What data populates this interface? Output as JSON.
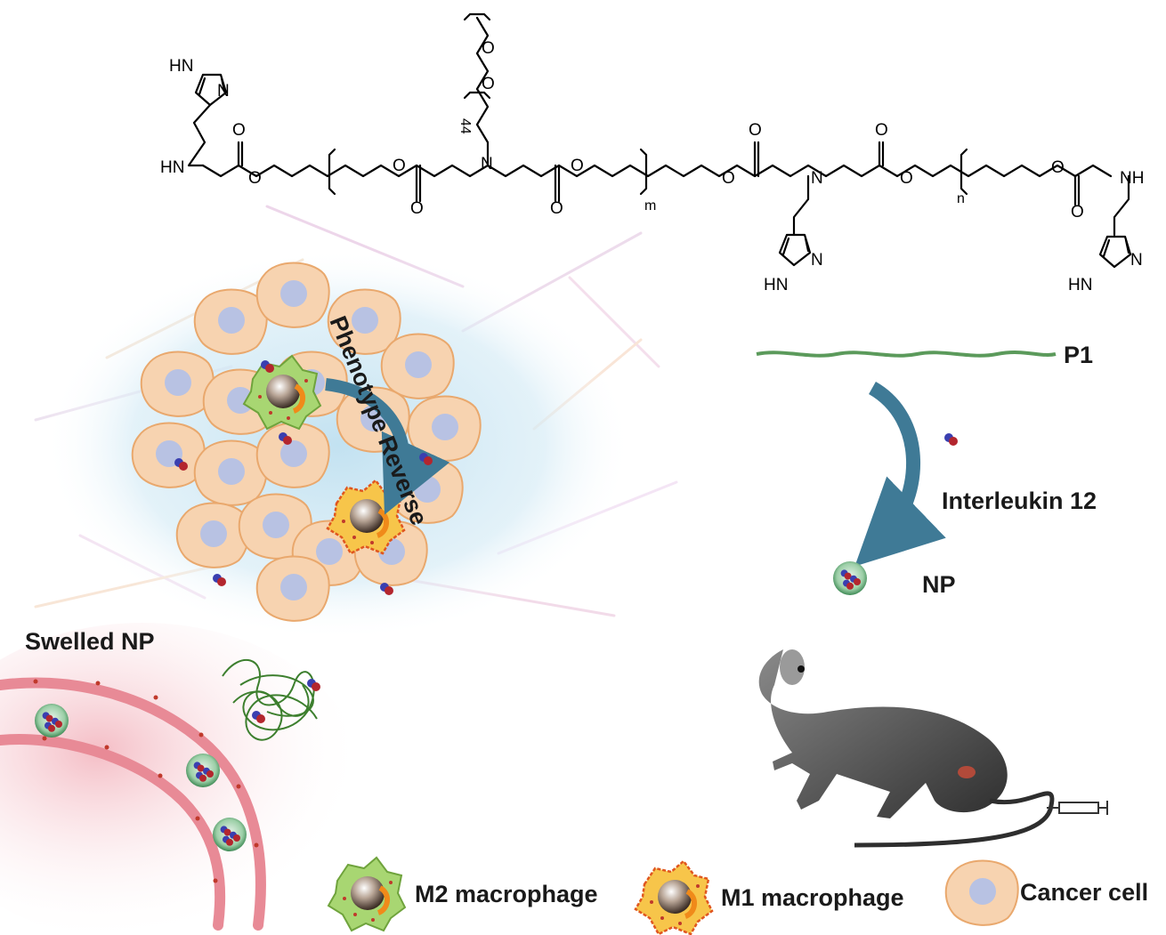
{
  "chemistry": {
    "atom_hn": "HN",
    "atom_n": "N",
    "atom_o": "O",
    "atom_nh": "NH",
    "peg_repeat": "44",
    "sub_m": "m",
    "sub_n": "n"
  },
  "process": {
    "polymer_label": "P1",
    "cargo_label": "Interleukin 12",
    "nanoparticle_label": "NP"
  },
  "tumor": {
    "arrow_label": "Phenotype Reverse",
    "swelled_label": "Swelled NP"
  },
  "legend": {
    "m2": "M2 macrophage",
    "m1": "M1 macrophage",
    "cancer": "Cancer cell"
  },
  "colors": {
    "polymer_green": "#5b9a5b",
    "arrow_blue": "#3f7a96",
    "cancer_cell": "#f7d3b0",
    "nucleus": "#b8c2e3",
    "m2_green": "#9ccc65",
    "m1_orange": "#f6c343",
    "vessel_red": "#e88a96",
    "mouse_gray": "#555555"
  },
  "icons": {
    "mouse": "mouse-icon",
    "syringe": "syringe-icon",
    "nanoparticle": "nanoparticle-icon",
    "il12": "protein-icon"
  }
}
